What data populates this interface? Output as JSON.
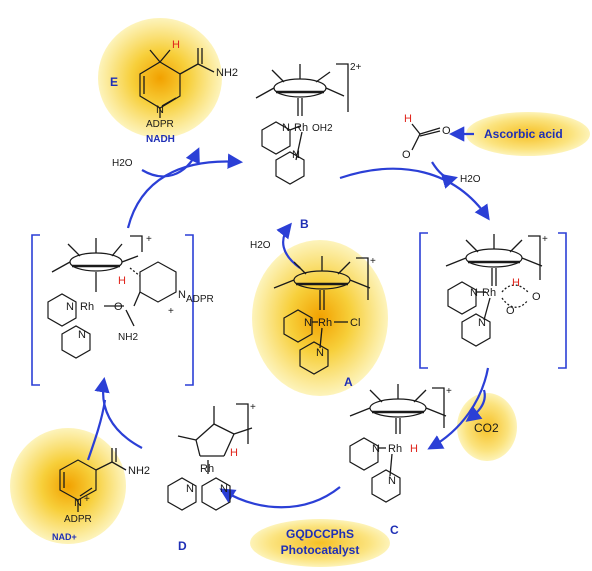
{
  "compounds": {
    "A": {
      "label": "A",
      "charge": "+",
      "ligands": [
        "N",
        "Rh",
        "Cl",
        "N"
      ]
    },
    "B": {
      "label": "B",
      "charge": "2+",
      "ligands": [
        "N",
        "Rh",
        "OH2",
        "N"
      ]
    },
    "C": {
      "label": "C",
      "charge": "+",
      "ligands": [
        "N",
        "Rh",
        "H",
        "N"
      ]
    },
    "D": {
      "label": "D",
      "charge": "+",
      "ligands": [
        "N",
        "Rh",
        "N",
        "H"
      ]
    },
    "acid_complex": {
      "charge": "+",
      "ligands": [
        "N",
        "Rh",
        "N",
        "O",
        "H",
        "O"
      ]
    },
    "nad_complex": {
      "charge": "+",
      "ligands": [
        "N",
        "Rh",
        "O",
        "NH2",
        "N",
        "+",
        "ADPR",
        "H"
      ]
    }
  },
  "reagents": {
    "nadh": {
      "name": "NADH",
      "E": "E",
      "amide": "NH2",
      "ring_n": "N",
      "sub": "ADPR",
      "hydride": "H"
    },
    "nad_plus": {
      "name": "NAD+",
      "amide": "NH2",
      "ring_n": "N",
      "charge": "+",
      "sub": "ADPR"
    },
    "ascorbic": {
      "name": "Ascorbic acid",
      "formate_h": "H",
      "formate_o": "O"
    },
    "co2": {
      "formula": "CO2"
    },
    "photocat": {
      "line1": "GQDCCPhS",
      "line2": "Photocatalyst"
    },
    "water_top_left": "H2O",
    "water_top_right": "H2O",
    "water_center": "H2O"
  },
  "colors": {
    "arrow": "#2b3fd6",
    "label": "#1f2fb5",
    "hydrogen": "#e0241b",
    "glow": "#f5c400",
    "bond": "#1a1a1a"
  }
}
